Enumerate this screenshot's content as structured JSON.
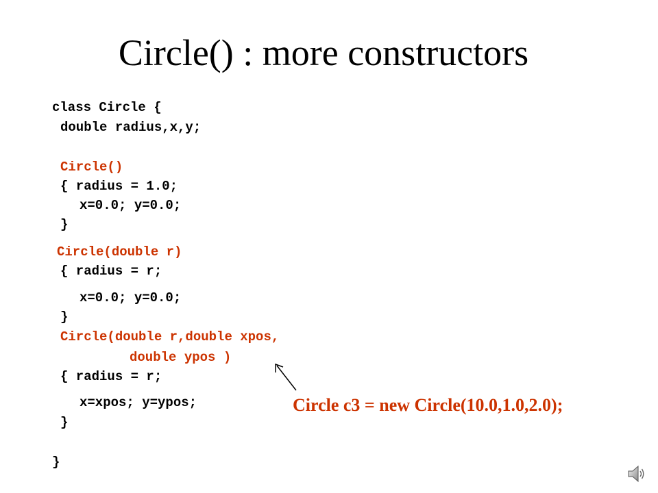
{
  "slide": {
    "title": "Circle() : more constructors",
    "code": [
      {
        "id": "class-header",
        "text": "class Circle {"
      },
      {
        "id": "fields",
        "text": "double radius,x,y;"
      },
      {
        "id": "ctor1-sig",
        "text": "Circle()"
      },
      {
        "id": "ctor1-body1",
        "text": "{ radius = 1.0;"
      },
      {
        "id": "ctor1-body2",
        "text": "x=0.0; y=0.0;"
      },
      {
        "id": "ctor1-close",
        "text": "}"
      },
      {
        "id": "ctor2-sig",
        "text": "Circle(double r)"
      },
      {
        "id": "ctor2-body1",
        "text": "{ radius = r;"
      },
      {
        "id": "ctor2-body2",
        "text": "x=0.0; y=0.0;"
      },
      {
        "id": "ctor2-close",
        "text": "}"
      },
      {
        "id": "ctor3-sig1",
        "text": "Circle(double r,double xpos,"
      },
      {
        "id": "ctor3-sig2",
        "text": "double ypos )"
      },
      {
        "id": "ctor3-body1",
        "text": "{ radius = r;"
      },
      {
        "id": "ctor3-body2",
        "text": "x=xpos; y=ypos;"
      },
      {
        "id": "ctor3-close",
        "text": "}"
      },
      {
        "id": "class-close",
        "text": "}"
      }
    ],
    "annotation": "Circle c3 = new Circle(10.0,1.0,2.0);"
  },
  "colors": {
    "text": "#000000",
    "accent": "#cc3300"
  },
  "icons": {
    "speaker": "speaker-icon",
    "arrow": "arrow-icon"
  }
}
